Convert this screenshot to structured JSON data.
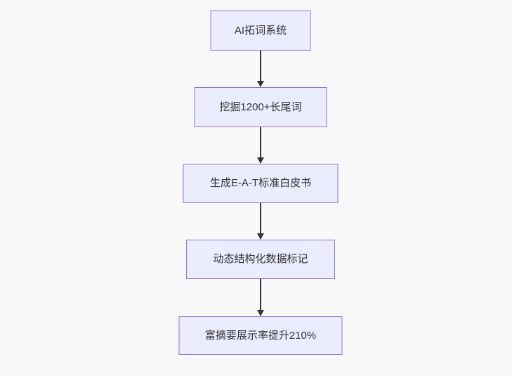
{
  "canvas": {
    "background_color": "#f8f8f8"
  },
  "flowchart": {
    "type": "vertical-flow",
    "direction": "top-down",
    "node_fill_color": "#ECECFF",
    "node_border_color": "#9370DB",
    "text_color": "#333333",
    "arrow_color": "#333333",
    "nodes": [
      {
        "label": "AI拓词系统"
      },
      {
        "label": "挖掘1200+长尾词"
      },
      {
        "label": "生成E-A-T标准白皮书"
      },
      {
        "label": "动态结构化数据标记"
      },
      {
        "label": "富摘要展示率提升210%"
      }
    ],
    "edges": [
      {
        "from": 0,
        "to": 1
      },
      {
        "from": 1,
        "to": 2
      },
      {
        "from": 2,
        "to": 3
      },
      {
        "from": 3,
        "to": 4
      }
    ]
  }
}
